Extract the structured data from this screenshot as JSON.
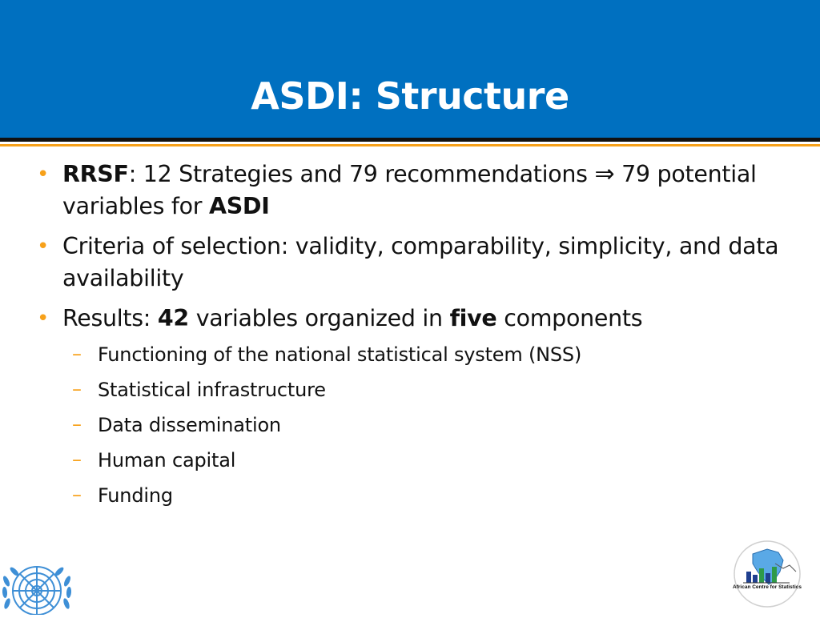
{
  "slide": {
    "title": "ASDI: Structure"
  },
  "bullets": [
    {
      "bold_lead": "RRSF",
      "text_a": ": 12 Strategies and 79 recommendations ",
      "arrow": "⇒",
      "text_b": " 79 potential variables for ",
      "bold_end": "ASDI"
    },
    {
      "text": "Criteria of selection: validity, comparability, simplicity, and data availability"
    },
    {
      "text_a": "Results: ",
      "bold_a": "42",
      "text_b": " variables organized in ",
      "bold_b": "five",
      "text_c": " components"
    }
  ],
  "sub_bullets": [
    "Functioning of the national statistical system (NSS)",
    "Statistical infrastructure",
    "Data dissemination",
    "Human capital",
    "Funding"
  ],
  "logos": {
    "left": "united-nations-emblem",
    "right_text": "African Centre for Statistics"
  },
  "colors": {
    "header_blue": "#0070c0",
    "accent_orange": "#f7a11a",
    "rule_dark": "#111111"
  }
}
